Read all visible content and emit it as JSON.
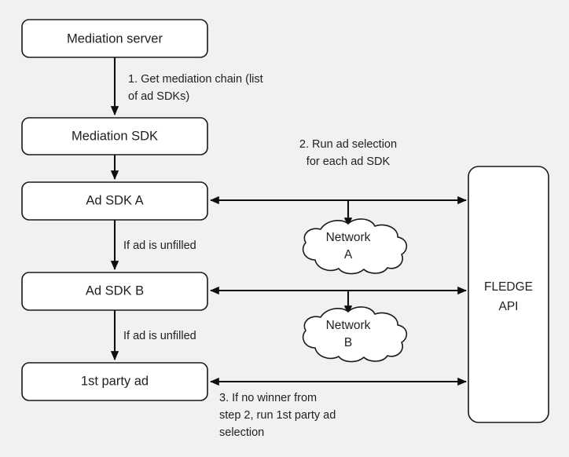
{
  "diagram": {
    "title": "Mediation waterfall with FLEDGE ad selection",
    "background_color": "#f1f1f1",
    "node_fill": "#ffffff",
    "stroke_color": "#1a1a1a",
    "text_color": "#1f1f1f",
    "nodes": {
      "mediation_server": "Mediation server",
      "mediation_sdk": "Mediation SDK",
      "ad_sdk_a": "Ad SDK A",
      "ad_sdk_b": "Ad SDK B",
      "first_party_ad": "1st party ad",
      "network_a_line1": "Network",
      "network_a_line2": "A",
      "network_b_line1": "Network",
      "network_b_line2": "B",
      "fledge_line1": "FLEDGE",
      "fledge_line2": "API"
    },
    "edge_labels": {
      "step1_line1": "1. Get mediation chain (list",
      "step1_line2": "of ad SDKs)",
      "step2_line1": "2. Run ad selection",
      "step2_line2": "for each ad SDK",
      "unfilled_a": "If ad is unfilled",
      "unfilled_b": "If ad is unfilled",
      "step3_line1": "3. If no winner from",
      "step3_line2": "step 2, run 1st party ad",
      "step3_line3": "selection"
    }
  }
}
